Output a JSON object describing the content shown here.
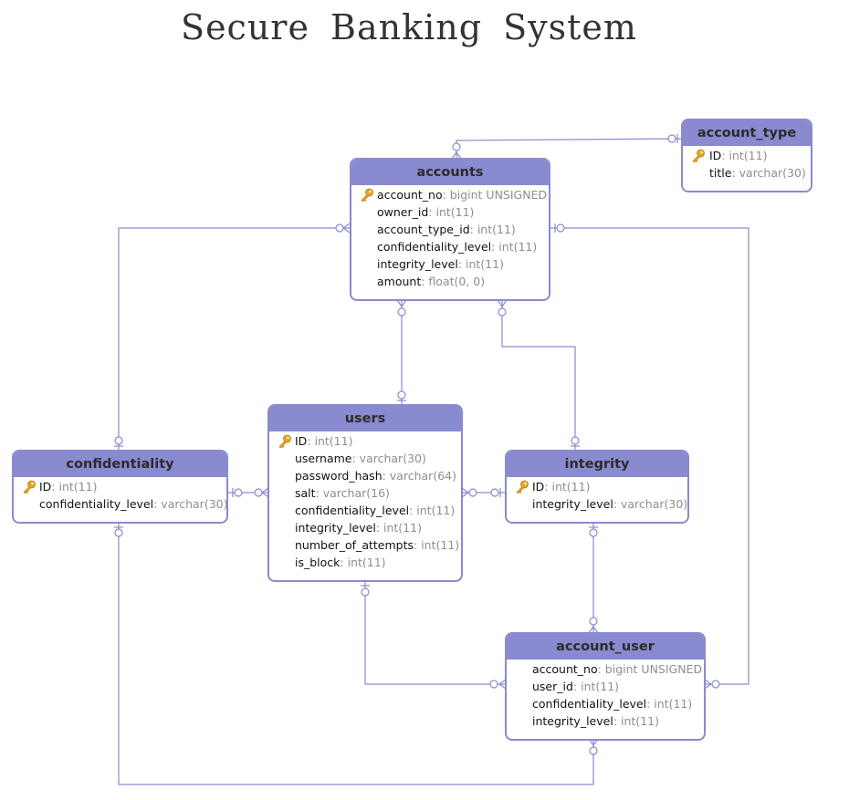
{
  "title": "Secure  Banking  System",
  "colors": {
    "header": "#8a8ad0",
    "line": "#8a8ad0",
    "key": "#e8a623"
  },
  "entities": {
    "account_type": {
      "name": "account_type",
      "fields": [
        {
          "name": "ID",
          "type": ": int(11)",
          "pk": true
        },
        {
          "name": "title",
          "type": ": varchar(30)",
          "pk": false
        }
      ]
    },
    "accounts": {
      "name": "accounts",
      "fields": [
        {
          "name": "account_no",
          "type": ": bigint UNSIGNED",
          "pk": true
        },
        {
          "name": "owner_id",
          "type": ": int(11)",
          "pk": false
        },
        {
          "name": "account_type_id",
          "type": ": int(11)",
          "pk": false
        },
        {
          "name": "confidentiality_level",
          "type": ": int(11)",
          "pk": false
        },
        {
          "name": "integrity_level",
          "type": ": int(11)",
          "pk": false
        },
        {
          "name": "amount",
          "type": ": float(0, 0)",
          "pk": false
        }
      ]
    },
    "users": {
      "name": "users",
      "fields": [
        {
          "name": "ID",
          "type": ": int(11)",
          "pk": true
        },
        {
          "name": "username",
          "type": ": varchar(30)",
          "pk": false
        },
        {
          "name": "password_hash",
          "type": ": varchar(64)",
          "pk": false
        },
        {
          "name": "salt",
          "type": ": varchar(16)",
          "pk": false
        },
        {
          "name": "confidentiality_level",
          "type": ": int(11)",
          "pk": false
        },
        {
          "name": "integrity_level",
          "type": ": int(11)",
          "pk": false
        },
        {
          "name": "number_of_attempts",
          "type": ": int(11)",
          "pk": false
        },
        {
          "name": "is_block",
          "type": ": int(11)",
          "pk": false
        }
      ]
    },
    "confidentiality": {
      "name": "confidentiality",
      "fields": [
        {
          "name": "ID",
          "type": ": int(11)",
          "pk": true
        },
        {
          "name": "confidentiality_level",
          "type": ": varchar(30)",
          "pk": false
        }
      ]
    },
    "integrity": {
      "name": "integrity",
      "fields": [
        {
          "name": "ID",
          "type": ": int(11)",
          "pk": true
        },
        {
          "name": "integrity_level",
          "type": ": varchar(30)",
          "pk": false
        }
      ]
    },
    "account_user": {
      "name": "account_user",
      "fields": [
        {
          "name": "account_no",
          "type": ": bigint UNSIGNED",
          "pk": false
        },
        {
          "name": "user_id",
          "type": ": int(11)",
          "pk": false
        },
        {
          "name": "confidentiality_level",
          "type": ": int(11)",
          "pk": false
        },
        {
          "name": "integrity_level",
          "type": ": int(11)",
          "pk": false
        }
      ]
    }
  }
}
